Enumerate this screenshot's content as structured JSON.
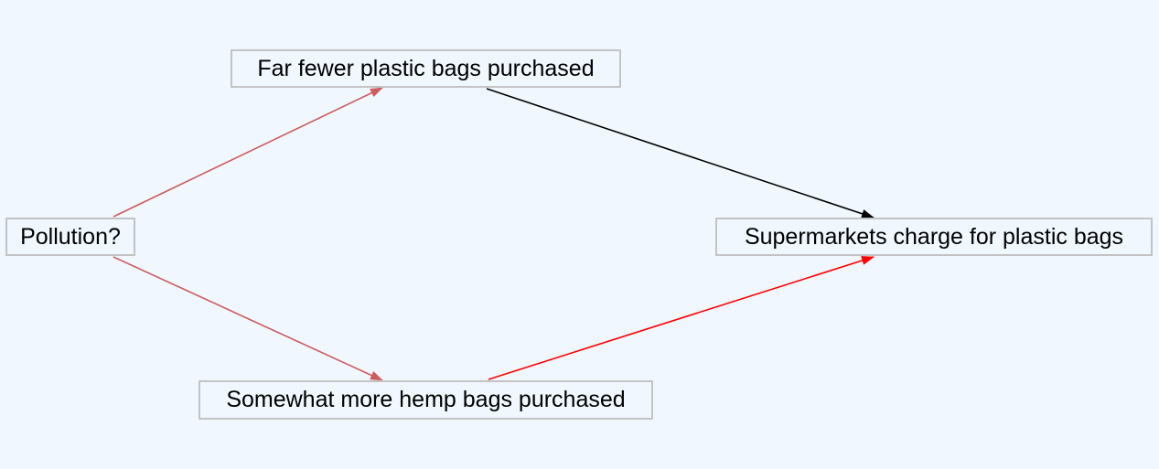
{
  "nodes": {
    "pollution": "Pollution?",
    "fewer_plastic": "Far fewer plastic bags purchased",
    "more_hemp": "Somewhat more hemp bags purchased",
    "supermarkets": "Supermarkets charge for plastic bags"
  },
  "edges": [
    {
      "from": "pollution",
      "to": "fewer_plastic",
      "color": "#cd5c5c"
    },
    {
      "from": "pollution",
      "to": "more_hemp",
      "color": "#cd5c5c"
    },
    {
      "from": "fewer_plastic",
      "to": "supermarkets",
      "color": "#000000"
    },
    {
      "from": "more_hemp",
      "to": "supermarkets",
      "color": "#ff0000"
    }
  ],
  "colors": {
    "background": "#f0f7fe",
    "node_border": "#c3c3c3"
  }
}
